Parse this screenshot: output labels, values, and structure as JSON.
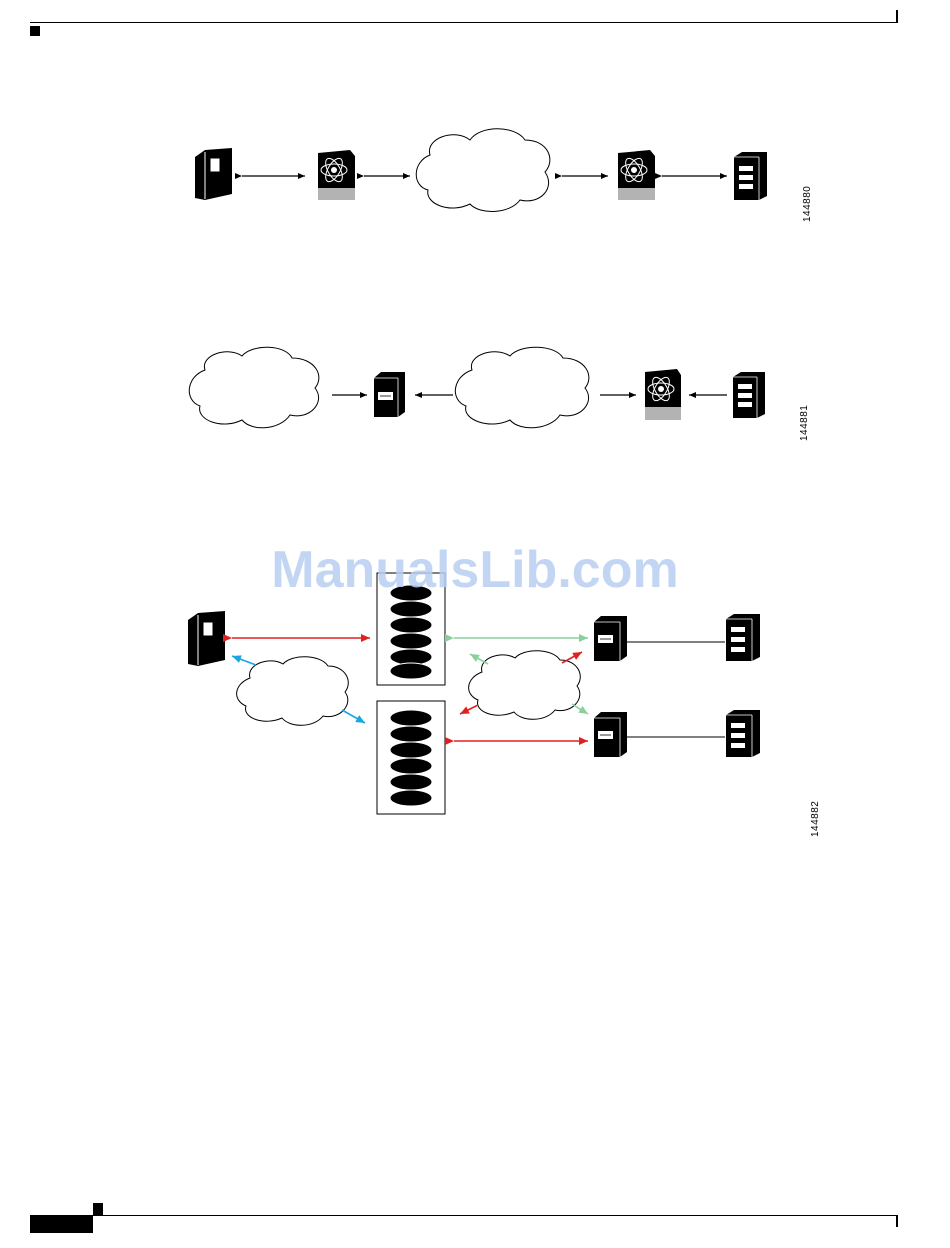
{
  "figures": [
    {
      "id": "144880"
    },
    {
      "id": "144881"
    },
    {
      "id": "144882"
    }
  ],
  "watermark": "ManualsLib.com",
  "colors": {
    "red_link": "#e02020",
    "green_link": "#8ccf9e",
    "blue_link": "#1aa6de",
    "switch_gray": "#b3b3b3"
  },
  "icons": [
    "host-server-icon",
    "mds-switch-icon",
    "cloud-icon",
    "storage-array-icon",
    "tape-library-icon",
    "disk-stack-icon"
  ]
}
